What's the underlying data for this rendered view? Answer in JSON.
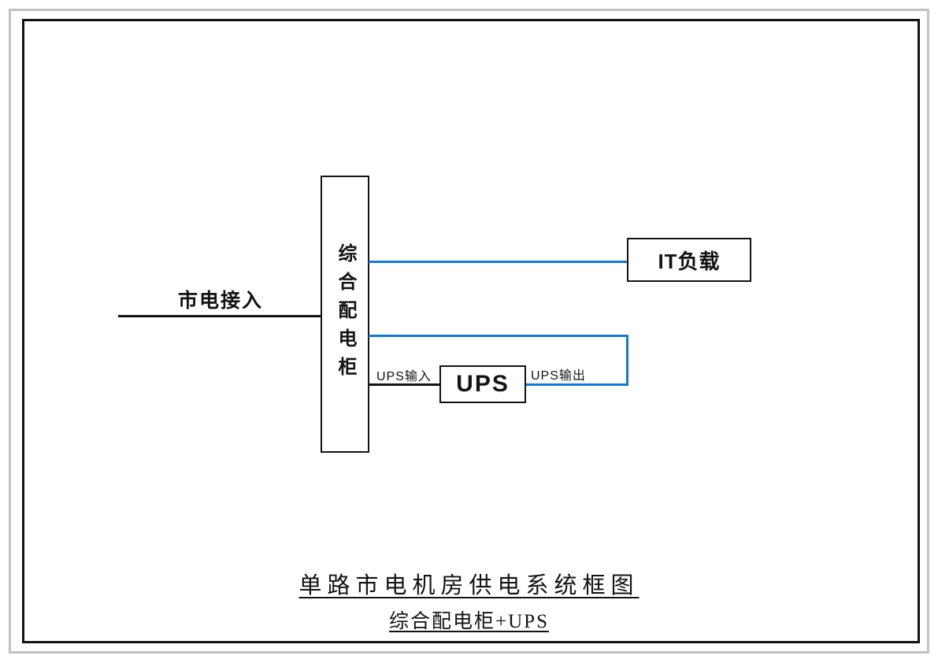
{
  "colors": {
    "blue": "#137ad6",
    "black": "#131313",
    "frame_gray": "#c2c2c2",
    "bg": "#ffffff"
  },
  "labels": {
    "mains": "市电接入",
    "cabinet": "综合配电柜",
    "it_load": "IT负载",
    "ups": "UPS",
    "ups_in": "UPS输入",
    "ups_out": "UPS输出"
  },
  "caption": {
    "title": "单路市电机房供电系统框图",
    "subtitle": "综合配电柜+UPS"
  }
}
